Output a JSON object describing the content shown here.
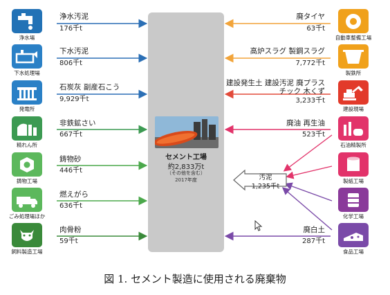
{
  "center": {
    "title": "セメント工場",
    "amount": "約2,833万t",
    "note": "（その他を含む）",
    "year": "2017年度"
  },
  "sludge": {
    "label": "汚泥",
    "value": "1,235千t"
  },
  "left_sources": [
    {
      "label": "浄水汚泥",
      "value": "176千t",
      "icon_caption": "浄水場",
      "icon": "faucet-icon",
      "tile_color": "#2272b6",
      "arrow_color": "#2b6fb5"
    },
    {
      "label": "下水汚泥",
      "value": "806千t",
      "icon_caption": "下水処理場",
      "icon": "sewage-plant-icon",
      "tile_color": "#2a80c6",
      "arrow_color": "#2b6fb5"
    },
    {
      "label": "石炭灰 副産石こう",
      "value": "9,929千t",
      "icon_caption": "発電所",
      "icon": "power-plant-icon",
      "tile_color": "#2a80c6",
      "arrow_color": "#2b6fb5"
    },
    {
      "label": "非鉄鉱さい",
      "value": "667千t",
      "icon_caption": "精れん所",
      "icon": "smelter-icon",
      "tile_color": "#3c9a52",
      "arrow_color": "#3c9a52"
    },
    {
      "label": "鋳物砂",
      "value": "446千t",
      "icon_caption": "鋳物工場",
      "icon": "nut-icon",
      "tile_color": "#5cb85c",
      "arrow_color": "#4ba84b"
    },
    {
      "label": "燃えがら",
      "value": "636千t",
      "icon_caption": "ごみ処理場ほか",
      "icon": "garbage-truck-icon",
      "tile_color": "#5cb85c",
      "arrow_color": "#4ba84b"
    },
    {
      "label": "肉骨粉",
      "value": "59千t",
      "icon_caption": "飼料製造工場",
      "icon": "cow-icon",
      "tile_color": "#3a8a3a",
      "arrow_color": "#3a8a3a"
    }
  ],
  "right_sources": [
    {
      "label": "廃タイヤ",
      "value": "63千t",
      "icon_caption": "自動車整備工場",
      "icon": "tire-icon",
      "tile_color": "#f0a11b",
      "arrow_color": "#f2a43a"
    },
    {
      "label": "高炉スラグ 製鋼スラグ",
      "value": "7,772千t",
      "icon_caption": "製鉄所",
      "icon": "steel-ladle-icon",
      "tile_color": "#f0a11b",
      "arrow_color": "#f2a43a"
    },
    {
      "label": "建設発生土 建設汚泥 廃プラスチック 木くず",
      "value": "3,233千t",
      "icon_caption": "建設現場",
      "icon": "excavator-icon",
      "tile_color": "#e23a2a",
      "arrow_color": "#e24a3a"
    },
    {
      "label": "廃油 再生油",
      "value": "523千t",
      "icon_caption": "石油精製所",
      "icon": "refinery-icon",
      "tile_color": "#e2336a",
      "arrow_color": "#e2336a"
    },
    {
      "label": "",
      "value": "",
      "icon_caption": "製紙工場",
      "icon": "paper-roll-icon",
      "tile_color": "#e2336a",
      "arrow_color": "#e2336a"
    },
    {
      "label": "",
      "value": "",
      "icon_caption": "化学工場",
      "icon": "chemical-drum-icon",
      "tile_color": "#8a3a9a",
      "arrow_color": "#7a4aa8"
    },
    {
      "label": "廃白土",
      "value": "287千t",
      "icon_caption": "食品工場",
      "icon": "food-icon",
      "tile_color": "#7a4aa8",
      "arrow_color": "#7a4aa8"
    }
  ],
  "caption": "図 1. セメント製造に使用される廃棄物"
}
